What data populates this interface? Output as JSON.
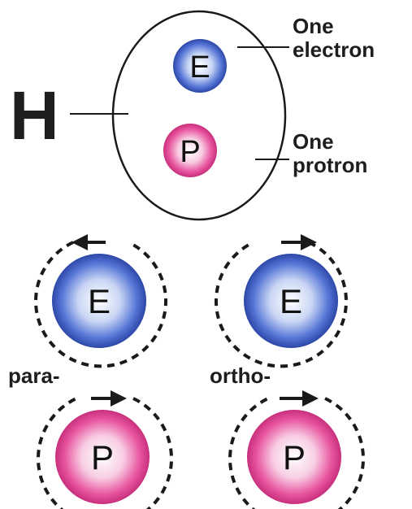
{
  "labels": {
    "atom_symbol": "H",
    "electron_line1": "One",
    "electron_line2": "electron",
    "proton_line1": "One",
    "proton_line2": "protron",
    "para": "para-",
    "ortho": "ortho-"
  },
  "particles": {
    "electron_letter": "E",
    "proton_letter": "P"
  },
  "spin_states": [
    {
      "state": "para-",
      "electron_spin": "counterclockwise",
      "proton_spin": "clockwise"
    },
    {
      "state": "ortho-",
      "electron_spin": "clockwise",
      "proton_spin": "clockwise"
    }
  ],
  "colors": {
    "electron": "#3f62c8",
    "proton": "#e04a9a",
    "outline": "#1a1a1a"
  }
}
